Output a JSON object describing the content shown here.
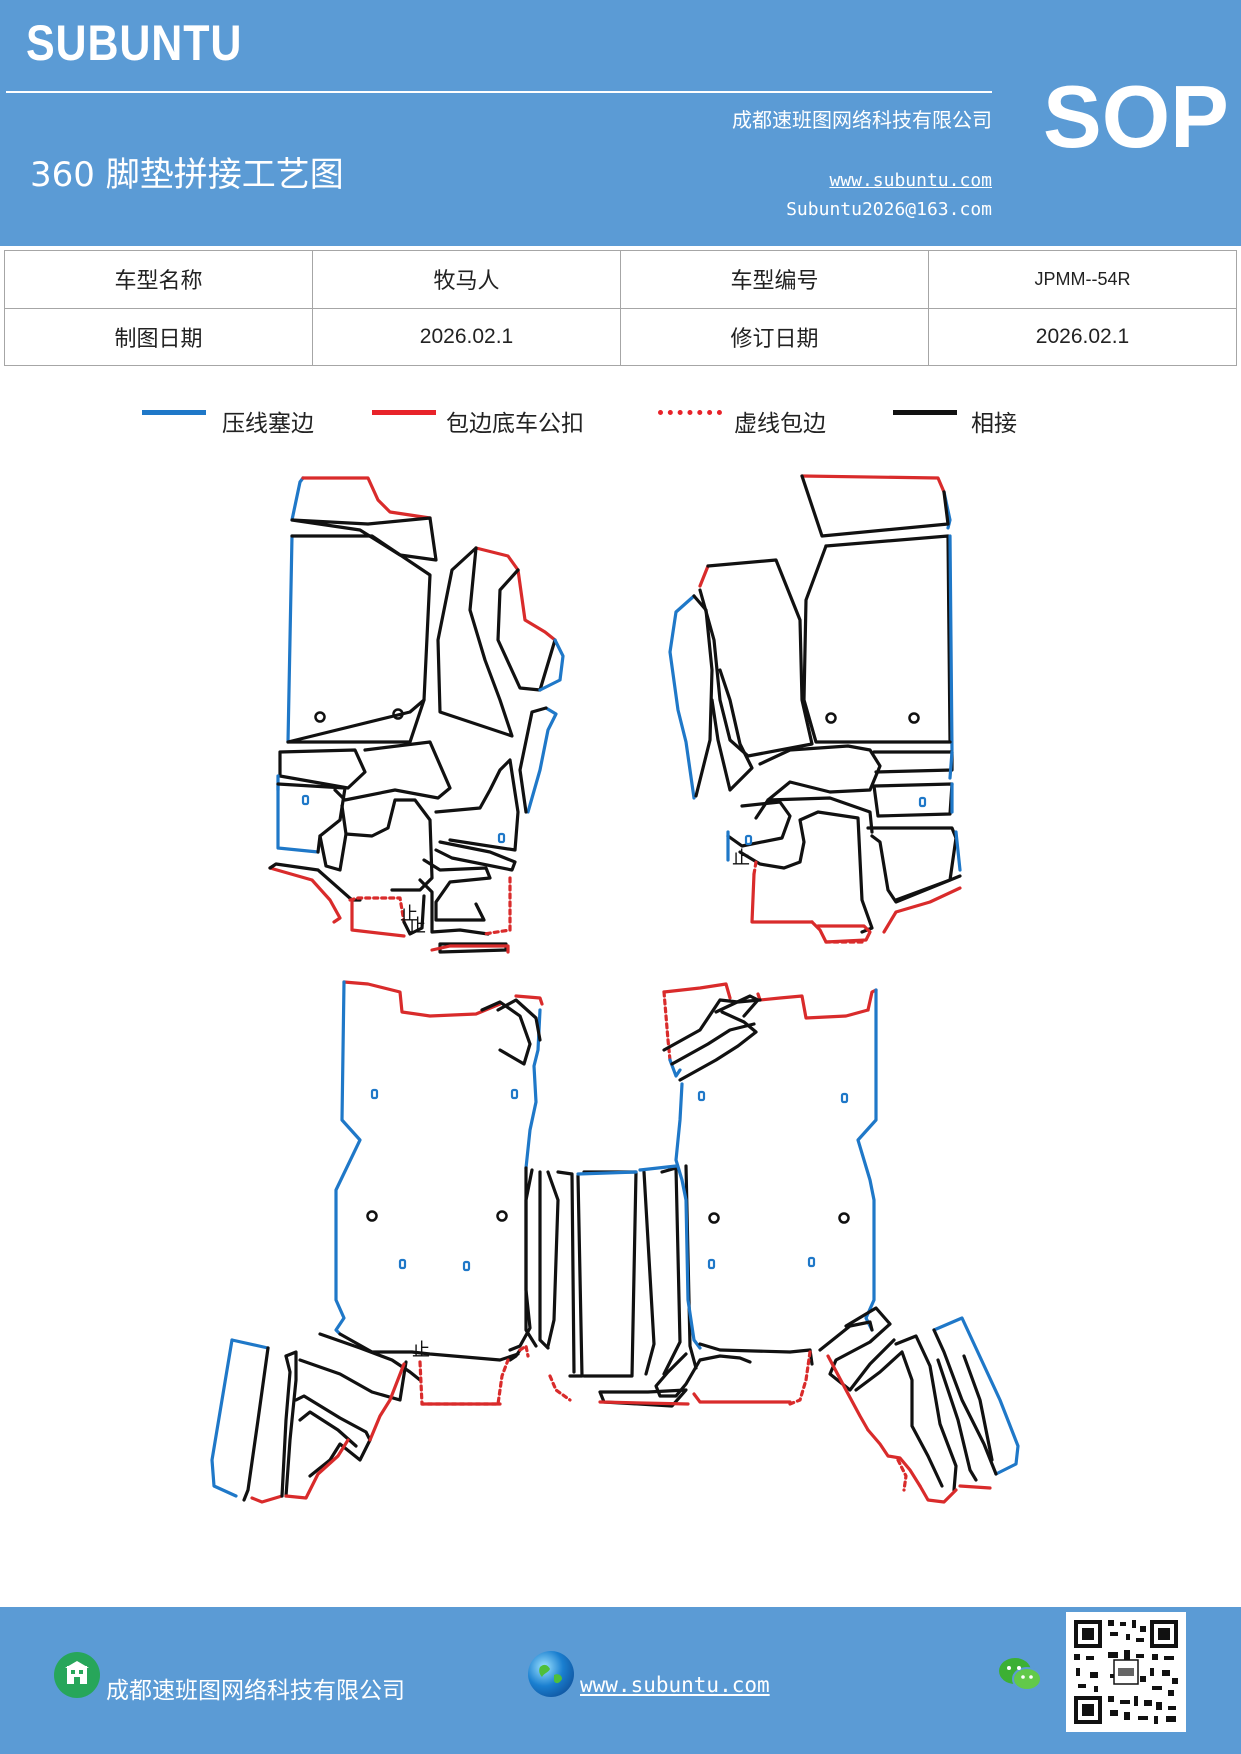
{
  "header": {
    "brand": "SUBUNTU",
    "sop": "SOP",
    "company": "成都速班图网络科技有限公司",
    "title": "360 脚垫拼接工艺图",
    "website": "www.subuntu.com",
    "email": "Subuntu2026@163.com"
  },
  "info_table": {
    "rows": [
      [
        "车型名称",
        "牧马人",
        "车型编号",
        "JPMM--54R"
      ],
      [
        "制图日期",
        "2026.02.1",
        "修订日期",
        "2026.02.1"
      ]
    ]
  },
  "legend": [
    {
      "label": "压线塞边",
      "color": "#1f78c8",
      "style": "solid"
    },
    {
      "label": "包边底车公扣",
      "color": "#e8232a",
      "style": "solid"
    },
    {
      "label": "虚线包边",
      "color": "#e8232a",
      "style": "dotted"
    },
    {
      "label": "相接",
      "color": "#111111",
      "style": "solid"
    }
  ],
  "colors": {
    "header_bg": "#5b9bd5",
    "blue_edge": "#1f78c8",
    "red_edge": "#d92b2b",
    "black_edge": "#111111"
  },
  "diagram": {
    "seam_marks": [
      "止",
      "止",
      "止",
      "止"
    ]
  },
  "footer": {
    "company": "成都速班图网络科技有限公司",
    "website": "www.subuntu.com",
    "icons": [
      "building-icon",
      "globe-icon",
      "wechat-icon",
      "qr-code"
    ]
  }
}
